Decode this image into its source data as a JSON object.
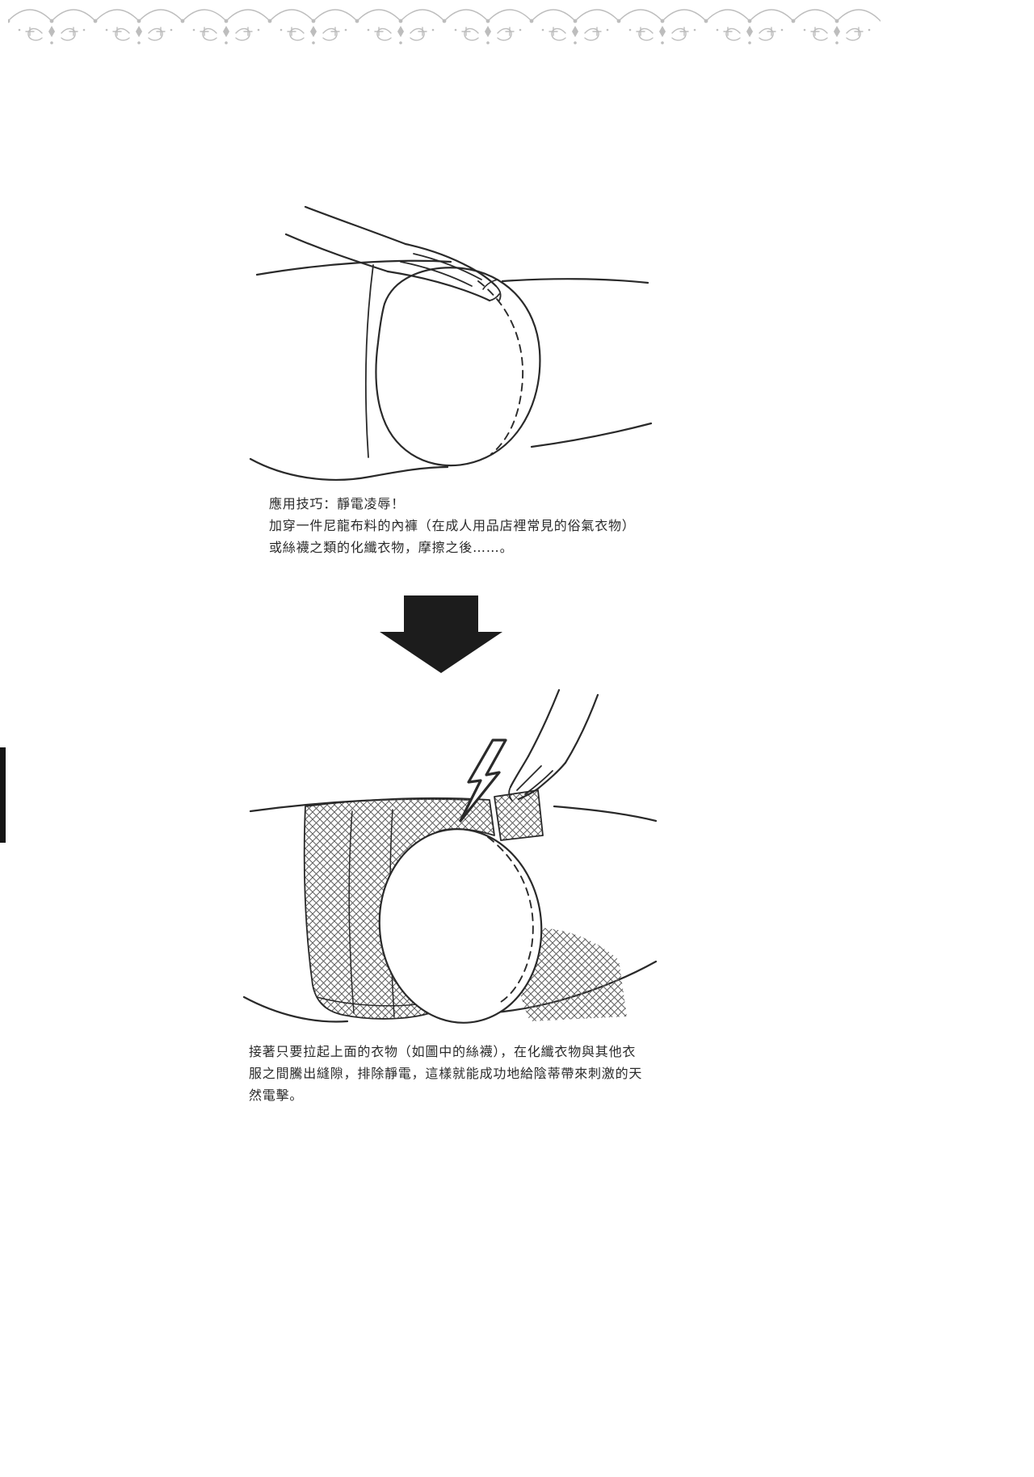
{
  "colors": {
    "paper": "#ffffff",
    "ink": "#2a2a2a",
    "lace": "#bdbdbd",
    "arrow": "#1c1c1c",
    "hatch": "#5f5f5f"
  },
  "captions": {
    "before": {
      "lines": [
        "應用技巧：靜電凌辱！",
        "加穿一件尼龍布料的內褲（在成人用品店裡常見的俗氣衣物）",
        "或絲襪之類的化纖衣物，摩擦之後……。"
      ]
    },
    "after": {
      "lines": [
        "接著只要拉起上面的衣物（如圖中的絲襪），在化纖衣物與其他衣",
        "服之間騰出縫隙，排除靜電，這樣就能成功地給陰蒂帶來刺激的天",
        "然電擊。"
      ]
    }
  },
  "icons": {
    "down_arrow": "solid-down-arrow",
    "lightning": "lightning-bolt",
    "lace_border": "ornamental-lace-trim"
  }
}
